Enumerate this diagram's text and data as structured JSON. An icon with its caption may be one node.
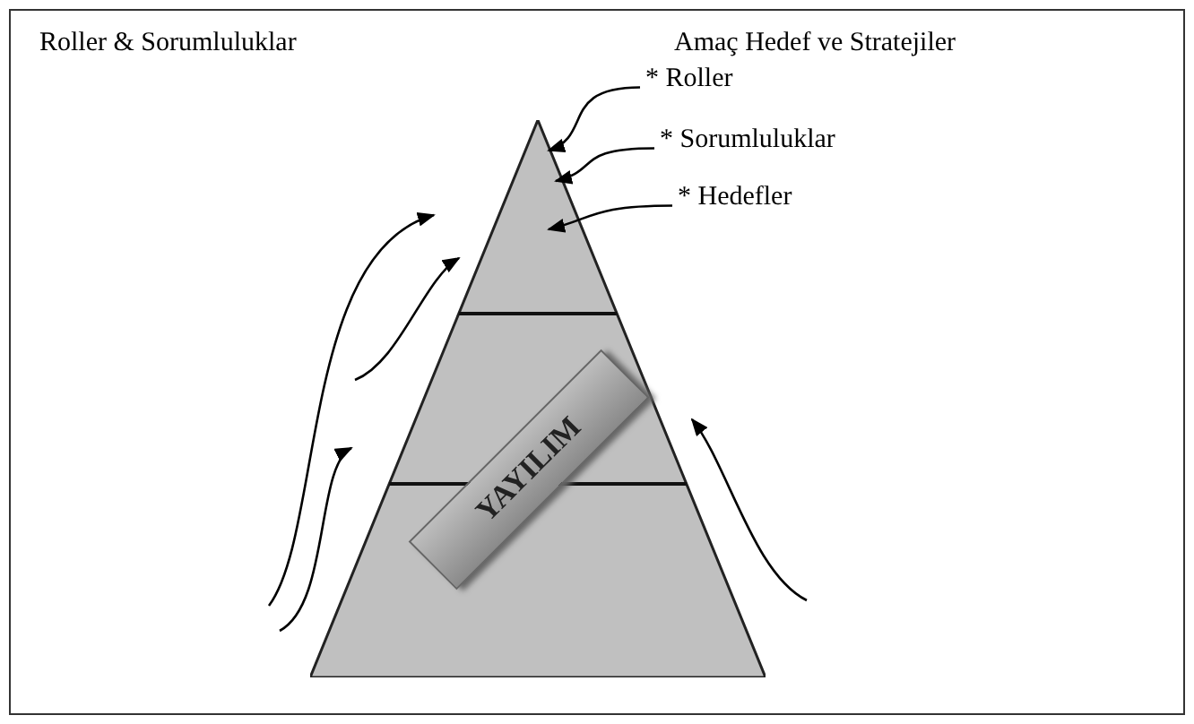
{
  "diagram": {
    "nodes": [
      {
        "text": [],
        "shape": "triangle"
      },
      {
        "text": [
          "YAYILIM"
        ],
        "in": 0
      },
      {
        "text": [
          "* Roller"
        ]
      },
      {
        "text": [
          "* Sorumluluklar"
        ]
      },
      {
        "text": [
          "* Hedefler"
        ]
      }
    ],
    "edges": [
      {
        "from": 2,
        "to": 0,
        "arrow": "to"
      },
      {
        "from": 3,
        "to": 0,
        "arrow": "to"
      },
      {
        "from": 4,
        "to": 0,
        "arrow": "to"
      }
    ],
    "labels": [
      "Roller & Sorumluluklar",
      "Amaç Hedef ve Stratejiler"
    ]
  }
}
